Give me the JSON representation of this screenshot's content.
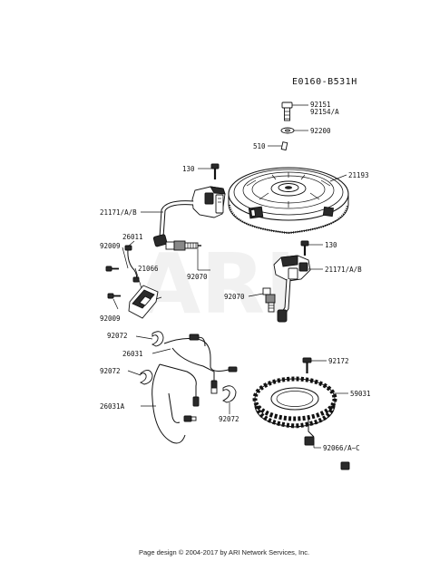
{
  "diagram_code": "E0160-B531H",
  "watermark": "ARI",
  "footer": "Page design © 2004-2017 by ARI Network Services, Inc.",
  "labels": {
    "p92151": "92151",
    "p92154a": "92154/A",
    "p92200": "92200",
    "p510": "510",
    "p130a": "130",
    "p21193": "21193",
    "p21171a": "21171/A/B",
    "p26011": "26011",
    "p92009a": "92009",
    "p21066": "21066",
    "p92070a": "92070",
    "p92009b": "92009",
    "p130b": "130",
    "p21171b": "21171/A/B",
    "p92070b": "92070",
    "p92072a": "92072",
    "p26031": "26031",
    "p92072b": "92072",
    "p26031a": "26031A",
    "p92072c": "92072",
    "p92172": "92172",
    "p59031": "59031",
    "p92066": "92066/A~C"
  }
}
